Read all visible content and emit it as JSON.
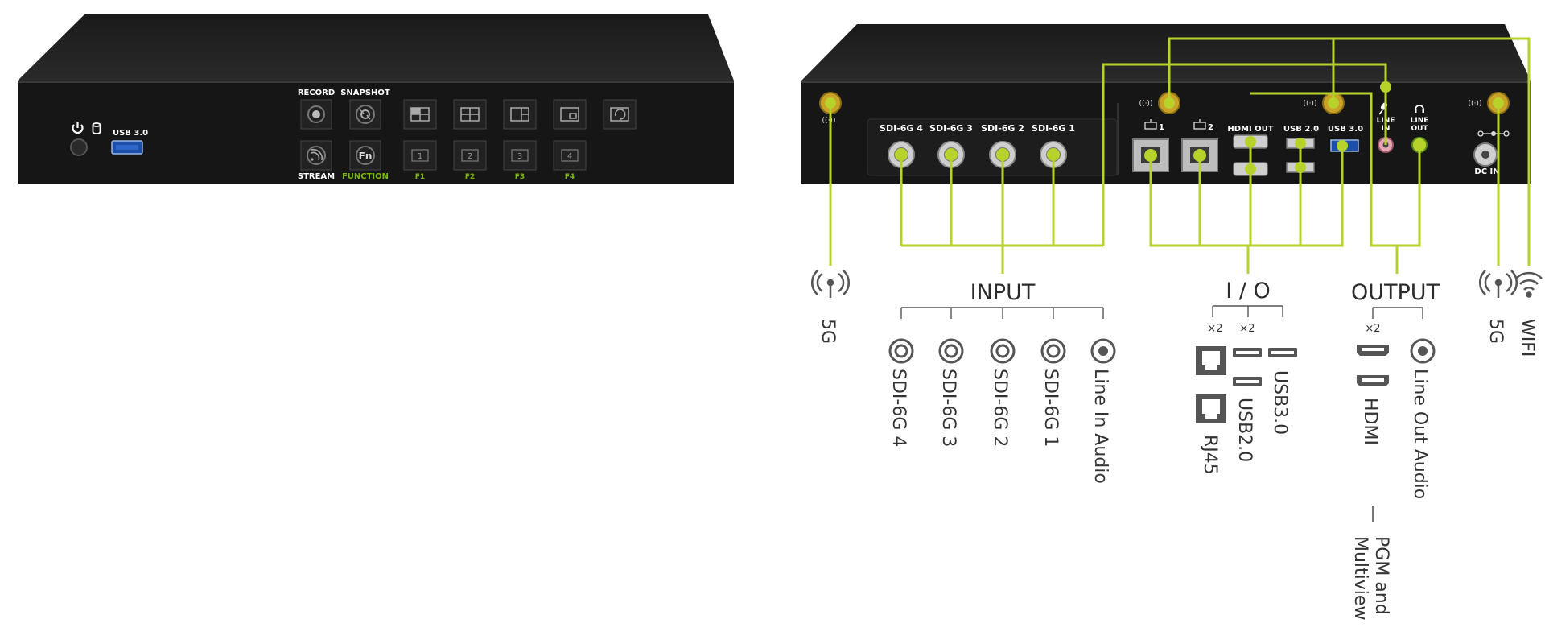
{
  "colors": {
    "chassis": "#1b1b1b",
    "chassis_top": "#232323",
    "accent_green": "#b6d22b",
    "function_green": "#7ab800",
    "connector_gold": "#c9a227",
    "icon_grey": "#555555"
  },
  "front_panel": {
    "usb_label": "USB 3.0",
    "top_buttons": [
      {
        "label": "RECORD",
        "icon": "record-icon"
      },
      {
        "label": "SNAPSHOT",
        "icon": "snapshot-icon"
      }
    ],
    "bottom_buttons": [
      {
        "label": "STREAM",
        "icon": "stream-icon"
      },
      {
        "label": "FUNCTION",
        "icon": "function-icon",
        "glyph": "Fn"
      }
    ],
    "layout_buttons": [
      "layout-quad-icon",
      "layout-grid-icon",
      "layout-side-icon",
      "layout-pip-icon",
      "layout-swap-icon"
    ],
    "f_buttons": [
      {
        "label": "F1",
        "number": "1"
      },
      {
        "label": "F2",
        "number": "2"
      },
      {
        "label": "F3",
        "number": "3"
      },
      {
        "label": "F4",
        "number": "4"
      }
    ]
  },
  "rear_panel": {
    "sdi_labels": [
      "SDI-6G 4",
      "SDI-6G 3",
      "SDI-6G 2",
      "SDI-6G 1"
    ],
    "lan_labels": [
      "1",
      "2"
    ],
    "hdmi_label": "HDMI OUT",
    "usb2_label": "USB 2.0",
    "usb3_label": "USB 3.0",
    "line_in_label": [
      "LINE",
      "IN"
    ],
    "line_out_label": [
      "LINE",
      "OUT"
    ],
    "dc_label": "DC IN"
  },
  "legend": {
    "input": {
      "title": "INPUT",
      "items": [
        "SDI-6G 4",
        "SDI-6G 3",
        "SDI-6G 2",
        "SDI-6G 1",
        "Line In Audio"
      ]
    },
    "io": {
      "title": "I / O",
      "multipliers": [
        "×2",
        "×2"
      ],
      "items": [
        "RJ45",
        "USB2.0",
        "USB3.0"
      ]
    },
    "output": {
      "title": "OUTPUT",
      "multiplier": "×2",
      "items": [
        "HDMI",
        "Line Out Audio"
      ],
      "note": [
        "PGM and",
        "Multiview"
      ]
    },
    "left_antenna": "5G",
    "right_antenna": "5G",
    "wifi": "WIFI"
  }
}
